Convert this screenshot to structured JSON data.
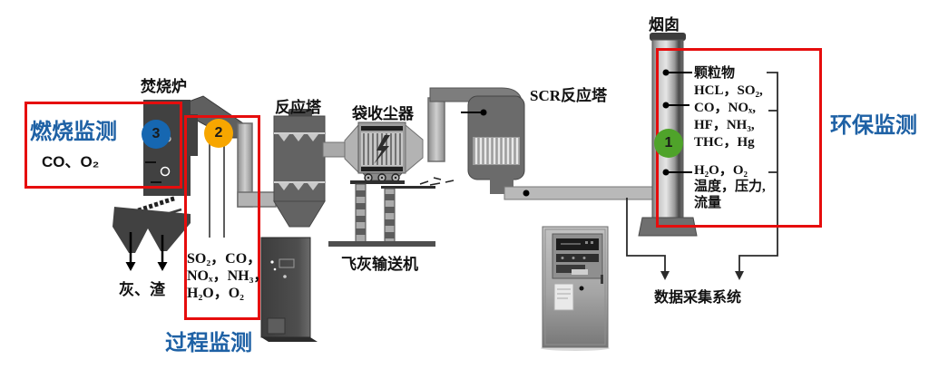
{
  "accents": {
    "box_red": "#e60d0d",
    "title_blue": "#1e61a5",
    "badge_blue": "#1667b1",
    "badge_orange": "#f7a600",
    "badge_green": "#4fa32a"
  },
  "equipment": {
    "incinerator": "焚烧炉",
    "reaction_tower": "反应塔",
    "bag_dust_collector": "袋收尘器",
    "scr_reactor": "SCR反应塔",
    "stack": "烟囱",
    "fly_ash_conveyor": "飞灰输送机",
    "ash_slag_output": "灰、渣",
    "data_acquisition_system": "数据采集系统"
  },
  "monitoring": {
    "combustion": {
      "badge": "3",
      "title": "燃烧监测",
      "parameters": "CO、O₂"
    },
    "process": {
      "badge": "2",
      "title": "过程监测",
      "lines": [
        "SO₂，CO，",
        "NOₓ，NH₃，",
        "H₂O，O₂"
      ]
    },
    "environmental": {
      "badge": "1",
      "title": "环保监测",
      "lines": [
        "颗粒物",
        "HCL，SO₂,",
        "CO，NOₓ,",
        "HF，NH₃,",
        "THC，Hg",
        "H₂O，O₂",
        "温度，压力,",
        "流量"
      ]
    }
  }
}
